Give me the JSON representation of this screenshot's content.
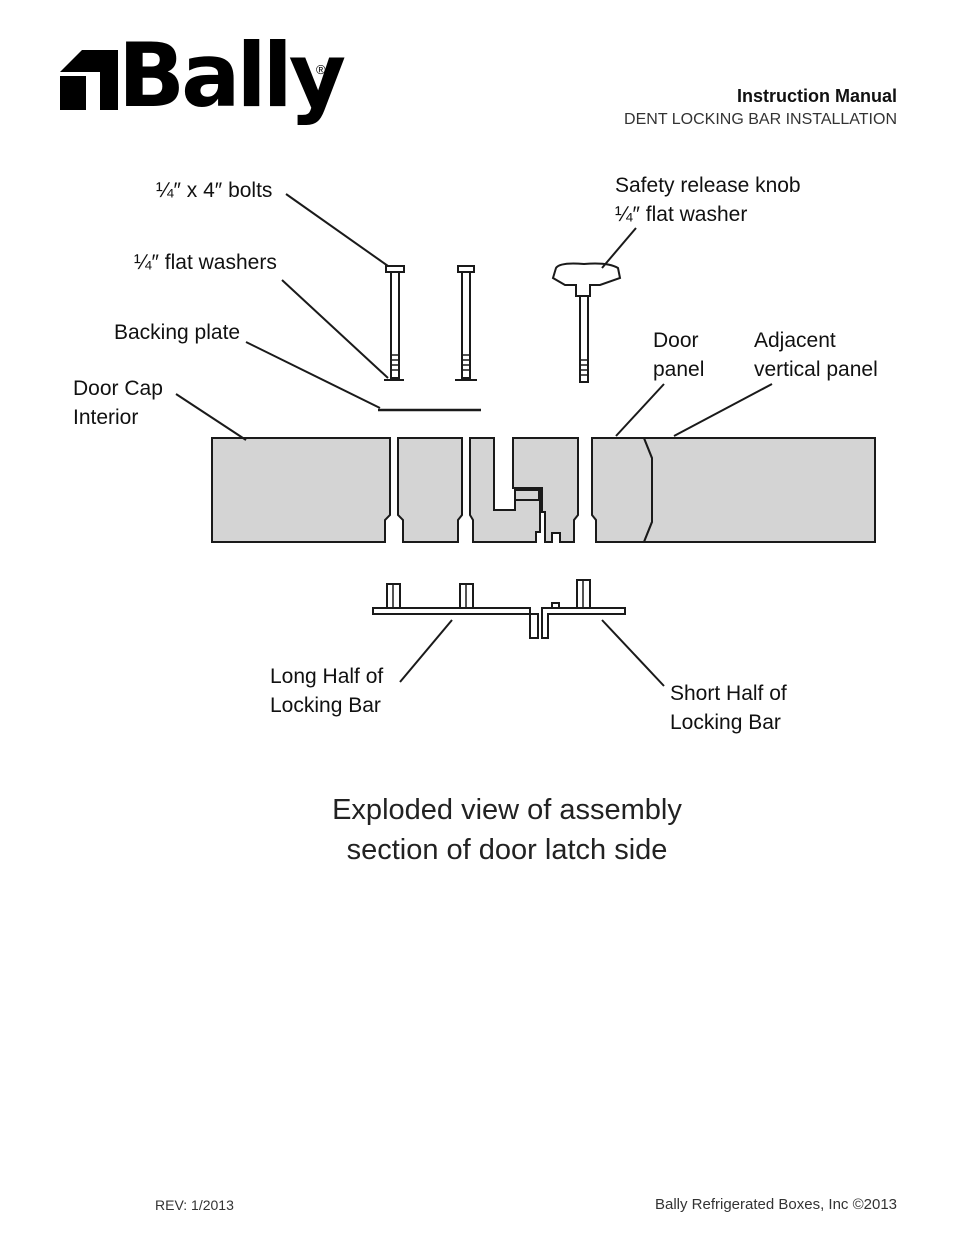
{
  "header": {
    "logo_text": "Bally",
    "logo_registered": "®",
    "title": "Instruction Manual",
    "subtitle": "DENT LOCKING BAR INSTALLATION"
  },
  "diagram": {
    "labels": {
      "bolts": "¼″ x 4″ bolts",
      "flat_washers": "¼″  flat washers",
      "backing_plate": "Backing plate",
      "door_cap_interior": "Door Cap\nInterior",
      "safety_release_knob": "Safety release knob\n¼″ flat washer",
      "door_panel": "Door\npanel",
      "adjacent_vertical_panel": "Adjacent\nvertical panel",
      "long_half": "Long Half of\nLocking Bar",
      "short_half": "Short Half of\nLocking Bar"
    },
    "caption": "Exploded view of assembly\nsection of door latch side",
    "colors": {
      "panel_fill": "#d4d4d4",
      "stroke": "#1a1a1a"
    }
  },
  "footer": {
    "rev": "REV: 1/2013",
    "copyright": "Bally Refrigerated Boxes, Inc ©2013"
  }
}
